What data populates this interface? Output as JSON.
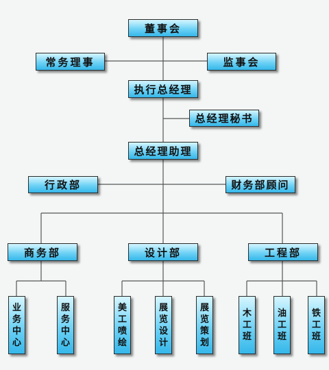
{
  "nodes": {
    "board": "董事会",
    "exec_director": "常务理事",
    "supervisors": "监事会",
    "ceo": "执行总经理",
    "ceo_secretary": "总经理秘书",
    "gm_assistant": "总经理助理",
    "admin": "行政部",
    "finance_advisor": "财务部顾问",
    "business": "商务部",
    "design": "设计部",
    "engineering": "工程部"
  },
  "teams": [
    "业务中心",
    "服务中心",
    "美工喷绘",
    "展览设计",
    "展览策划",
    "木工班",
    "油工班",
    "铁工班"
  ]
}
